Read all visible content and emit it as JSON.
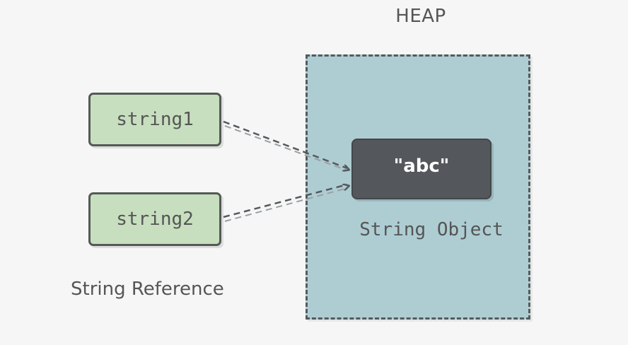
{
  "heap": {
    "title": "HEAP"
  },
  "string_object": {
    "value": "\"abc\"",
    "label": "String Object"
  },
  "references": {
    "caption": "String Reference",
    "items": [
      {
        "label": "string1"
      },
      {
        "label": "string2"
      }
    ]
  },
  "colors": {
    "heap_fill": "#aecdd3",
    "reference_fill": "#c7dfbf",
    "object_fill": "#54575b",
    "line": "#555a5e"
  }
}
